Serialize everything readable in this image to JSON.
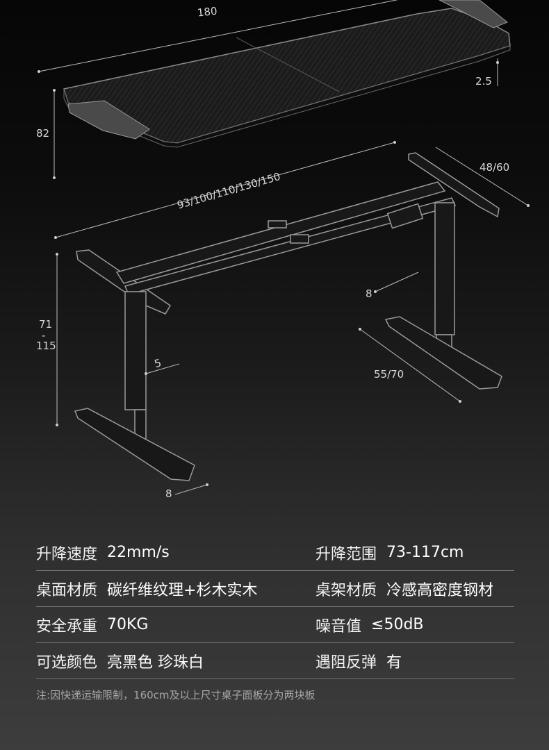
{
  "dimensions": {
    "top_length": "180",
    "top_thickness": "2.5",
    "top_depth": "82",
    "frame_length": "93/100/110/130/150",
    "frame_width": "48/60",
    "height_min": "71",
    "height_sep": "-",
    "height_max": "115",
    "column_offset": "5",
    "column_depth_right": "8",
    "foot_length": "55/70",
    "foot_width": "8"
  },
  "specs": [
    {
      "left_label": "升降速度",
      "left_value": "22mm/s",
      "right_label": "升降范围",
      "right_value": "73-117cm"
    },
    {
      "left_label": "桌面材质",
      "left_value": "碳纤维纹理+杉木实木",
      "right_label": "桌架材质",
      "right_value": "冷感高密度钢材"
    },
    {
      "left_label": "安全承重",
      "left_value": "70KG",
      "right_label": "噪音值",
      "right_value": "≤50dB"
    },
    {
      "left_label": "可选颜色",
      "left_value": "亮黑色 珍珠白",
      "right_label": "遇阻反弹",
      "right_value": "有"
    }
  ],
  "note": "注:因快递运输限制，160cm及以上尺寸桌子面板分为两块板",
  "colors": {
    "background_top": "#060606",
    "background_bottom": "#3d3d3d",
    "text": "#ffffff",
    "divider": "#707070"
  }
}
